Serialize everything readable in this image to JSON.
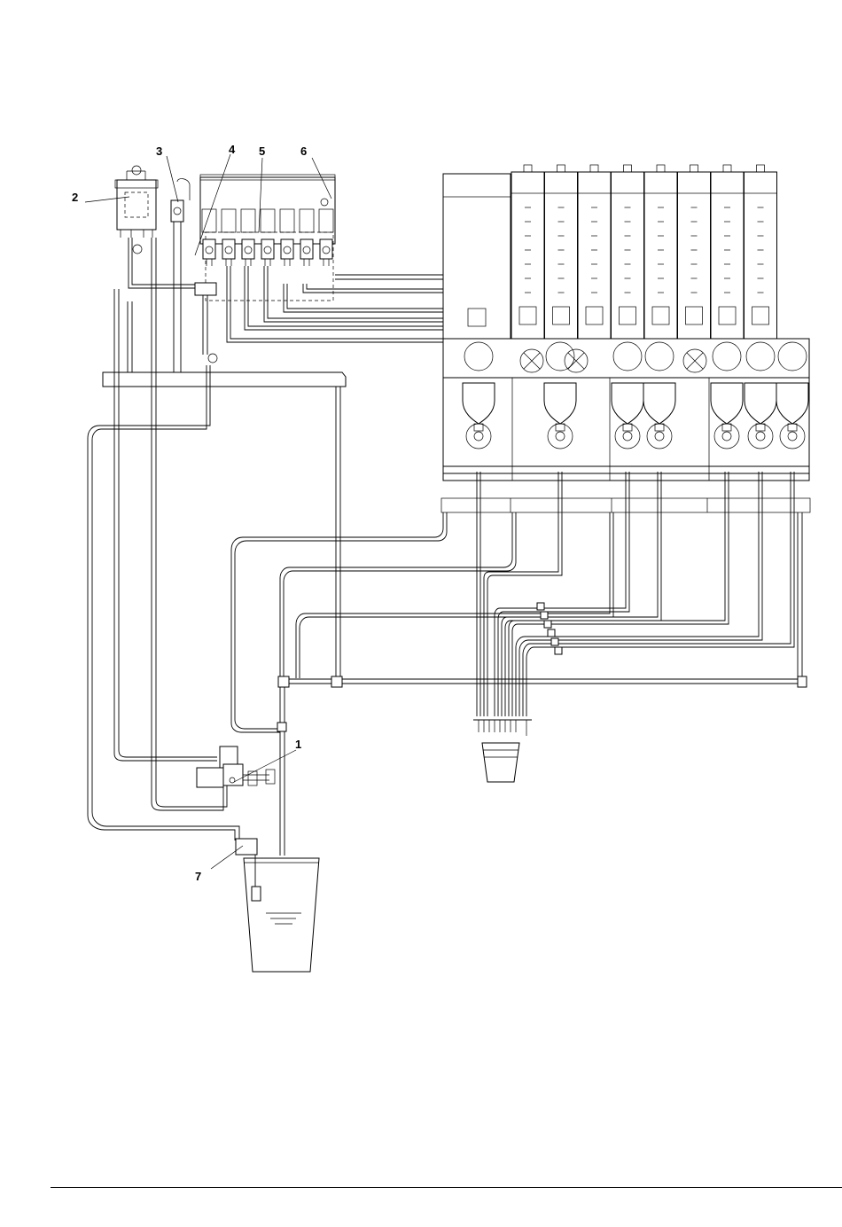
{
  "figure": {
    "callouts": [
      {
        "id": "1",
        "label": "1"
      },
      {
        "id": "2",
        "label": "2"
      },
      {
        "id": "3",
        "label": "3"
      },
      {
        "id": "4",
        "label": "4"
      },
      {
        "id": "5",
        "label": "5"
      },
      {
        "id": "6",
        "label": "6"
      },
      {
        "id": "7",
        "label": "7"
      }
    ],
    "canister_count": 9,
    "mixer_count": 9,
    "solenoid_count": 7
  }
}
